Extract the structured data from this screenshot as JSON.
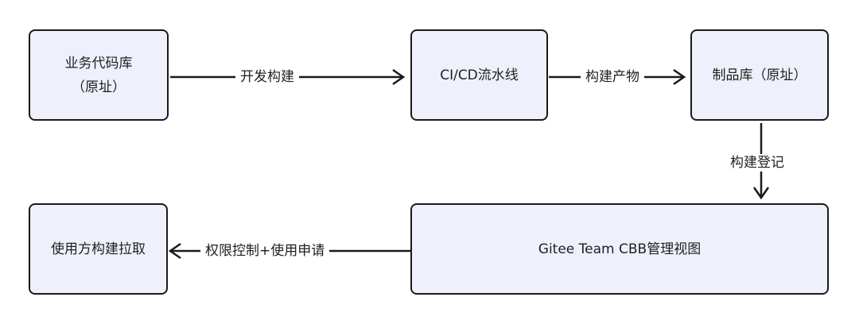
{
  "nodes": {
    "repo": {
      "line1": "业务代码库",
      "line2": "（原址）"
    },
    "pipeline": {
      "label": "CI/CD流水线"
    },
    "artifact": {
      "label": "制品库（原址）"
    },
    "gitee": {
      "label": "Gitee Team CBB管理视图"
    },
    "consumer": {
      "label": "使用方构建拉取"
    }
  },
  "edges": {
    "dev_build": "开发构建",
    "build_artifact": "构建产物",
    "build_register": "构建登记",
    "permission": "权限控制+使用申请"
  },
  "colors": {
    "node_fill": "#eef1fb",
    "stroke": "#1a1a1a"
  }
}
